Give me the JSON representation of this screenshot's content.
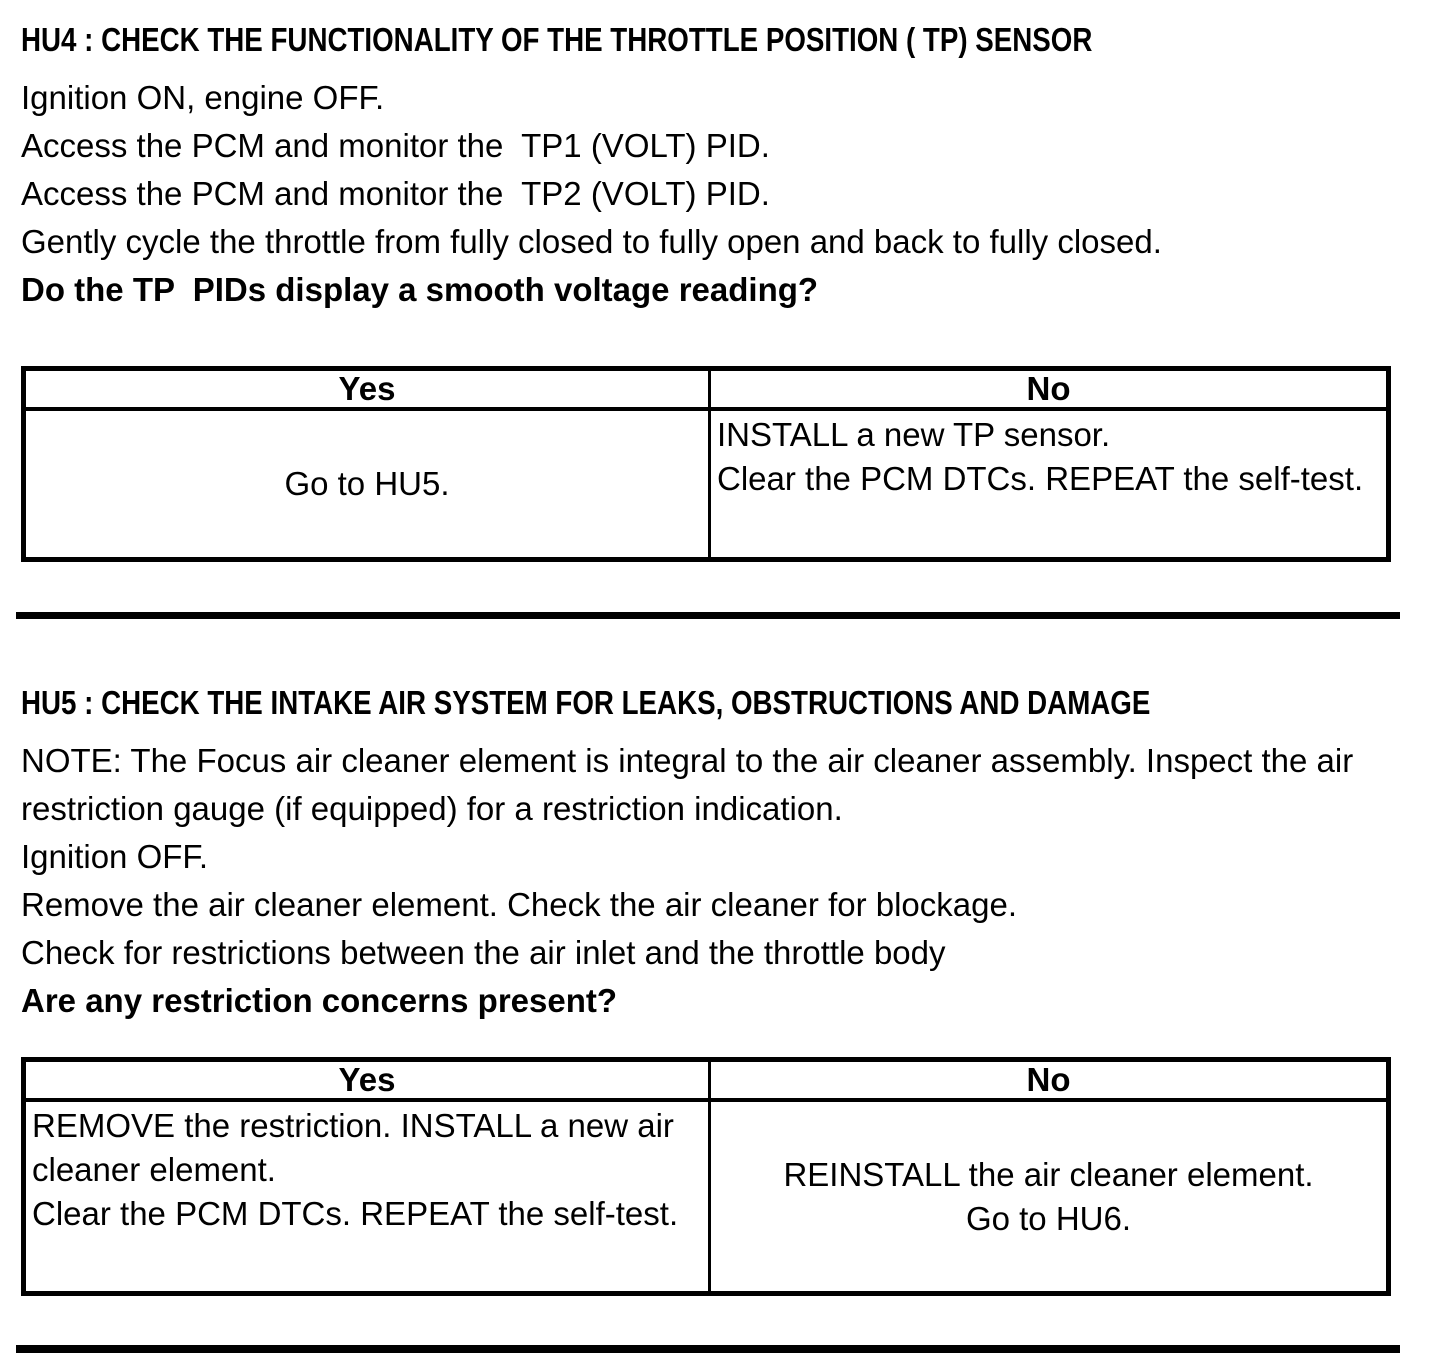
{
  "page": {
    "background_color": "#ffffff",
    "text_color": "#000000"
  },
  "sections": [
    {
      "id": "HU4",
      "heading": "HU4 : CHECK THE FUNCTIONALITY OF THE THROTTLE POSITION ( TP) SENSOR",
      "steps": [
        "Ignition ON, engine OFF.",
        "Access the PCM and monitor the  TP1 (VOLT) PID.",
        "Access the PCM and monitor the  TP2 (VOLT) PID.",
        "Gently cycle the throttle from fully closed to fully open and back to fully closed."
      ],
      "question": "Do the TP  PIDs display a smooth voltage reading?",
      "decision_table": {
        "headers": [
          "Yes",
          "No"
        ],
        "yes_action": "Go to HU5.",
        "no_action": "INSTALL a new TP sensor.\nClear the PCM DTCs. REPEAT the self-test."
      }
    },
    {
      "id": "HU5",
      "heading": "HU5 : CHECK THE INTAKE AIR SYSTEM FOR LEAKS, OBSTRUCTIONS AND DAMAGE",
      "steps": [
        "NOTE: The Focus air cleaner element is integral to the air cleaner assembly. Inspect the air restriction gauge (if equipped) for a restriction indication.",
        "Ignition OFF.",
        "Remove the air cleaner element. Check the air cleaner for blockage.",
        "Check for restrictions between the air inlet and the throttle body"
      ],
      "question": "Are any restriction concerns present?",
      "decision_table": {
        "headers": [
          "Yes",
          "No"
        ],
        "yes_action": "REMOVE the restriction. INSTALL a new air cleaner element.\nClear the PCM DTCs. REPEAT the self-test.",
        "no_action": "REINSTALL the air cleaner element.\nGo to HU6."
      }
    }
  ]
}
